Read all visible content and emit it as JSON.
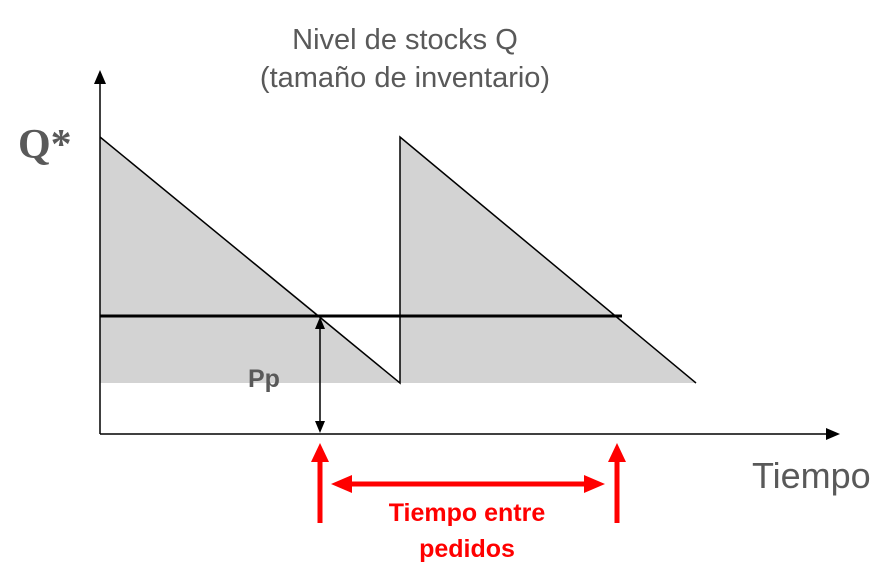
{
  "title": {
    "line1": "Nivel de stocks Q",
    "line2": "(tamaño de inventario)"
  },
  "y_axis_label": "Q*",
  "x_axis_label": "Tiempo",
  "reorder_point_label": "Pp",
  "interval_label": {
    "line1": "Tiempo entre",
    "line2": "pedidos"
  },
  "colors": {
    "inventory_fill": "#d3d3d3",
    "lines": "#000000",
    "text": "#595959",
    "accent": "#ff0000"
  }
}
